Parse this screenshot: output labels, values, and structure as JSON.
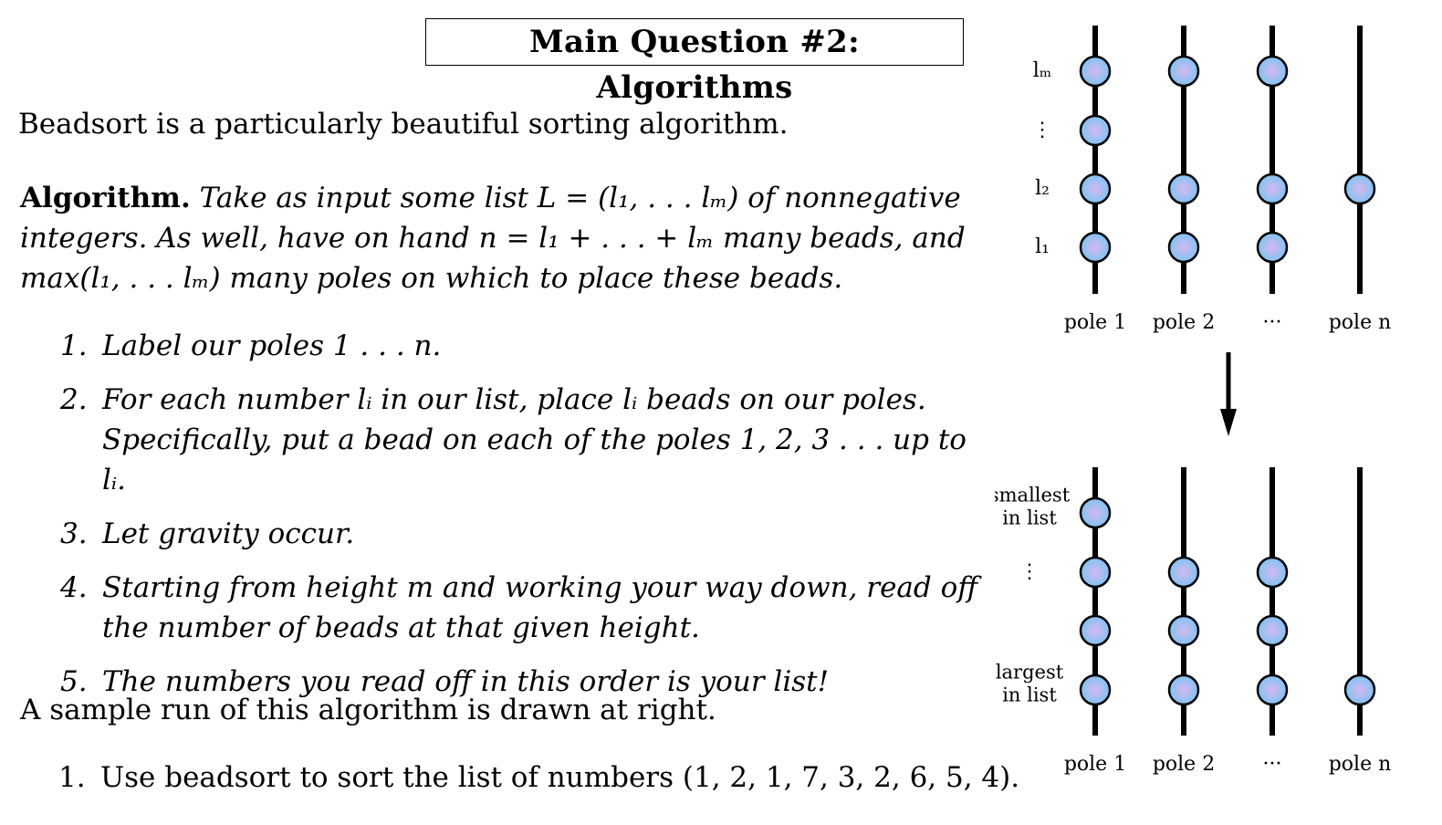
{
  "title": "Main Question #2: Algorithms",
  "intro": "Beadsort is a particularly beautiful sorting algorithm.",
  "algorithm": {
    "label": "Algorithm.",
    "text": "Take as input some list L = (l₁, . . . lₘ) of nonnegative integers. As well, have on hand n = l₁ + . . . + lₘ many beads, and max(l₁, . . . lₘ) many poles on which to place these beads."
  },
  "steps": [
    {
      "num": "1.",
      "text": "Label our poles 1 . . . n."
    },
    {
      "num": "2.",
      "text": "For each number lᵢ in our list, place lᵢ beads on our poles. Specifically, put a bead on each of the poles 1, 2, 3 . . . up to lᵢ."
    },
    {
      "num": "3.",
      "text": "Let gravity occur."
    },
    {
      "num": "4.",
      "text": "Starting from height m and working your way down, read off the number of beads at that given height."
    },
    {
      "num": "5.",
      "text": "The numbers you read off in this order is your list!"
    }
  ],
  "sample": "A sample run of this algorithm is drawn at right.",
  "question": {
    "num": "1.",
    "text": "Use beadsort to sort the list of numbers (1, 2, 1, 7, 3, 2, 6, 5, 4)."
  },
  "diagram": {
    "bead_color": "#7cc4f2",
    "bead_center_color": "#d8b8f0",
    "top": {
      "row_labels": [
        "lₘ",
        "⋮",
        "l₂",
        "l₁"
      ],
      "pole_labels": [
        "pole 1",
        "pole 2",
        "···",
        "pole n"
      ],
      "beads_per_pole": [
        [
          1,
          1,
          1,
          1
        ],
        [
          1,
          0,
          1,
          1
        ],
        [
          1,
          0,
          1,
          1
        ],
        [
          0,
          0,
          1,
          0
        ]
      ]
    },
    "bottom": {
      "row_labels": [
        "smallest\nin list",
        "⋮",
        "",
        "largest\nin list"
      ],
      "pole_labels": [
        "pole 1",
        "pole 2",
        "···",
        "pole n"
      ],
      "beads_per_pole": [
        [
          1,
          1,
          1,
          1
        ],
        [
          0,
          1,
          1,
          1
        ],
        [
          0,
          1,
          1,
          1
        ],
        [
          0,
          0,
          0,
          1
        ]
      ]
    }
  }
}
